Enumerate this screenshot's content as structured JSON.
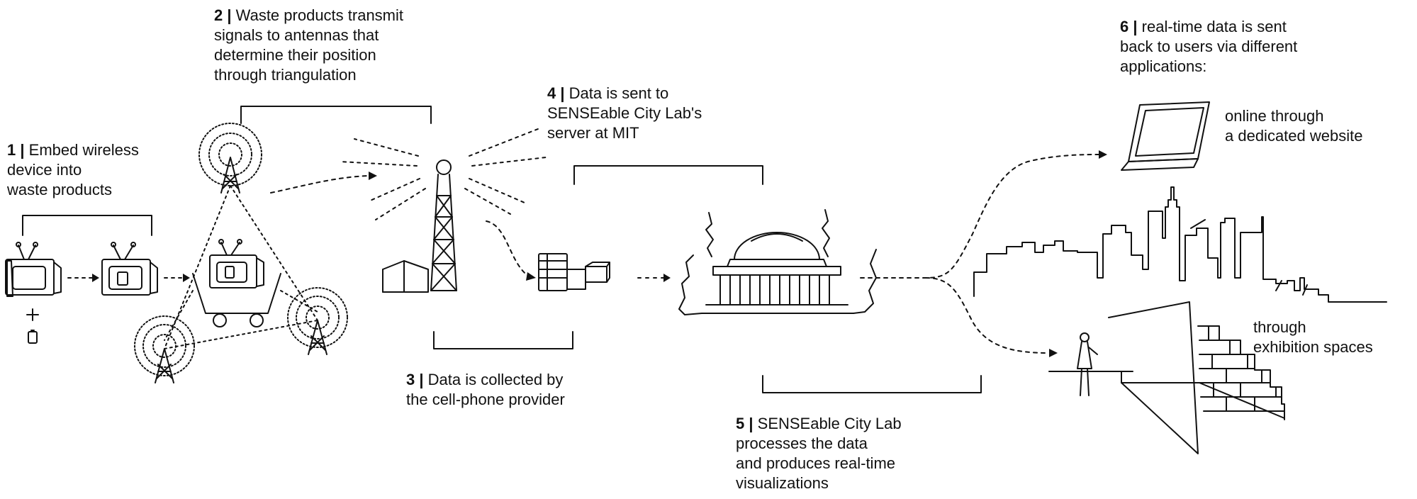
{
  "steps": [
    {
      "number": "1 |",
      "lines": [
        "Embed wireless",
        "device into",
        "waste products"
      ]
    },
    {
      "number": "2 |",
      "lines": [
        "Waste products transmit",
        "signals to antennas that",
        "determine their position",
        "through triangulation"
      ]
    },
    {
      "number": "3 |",
      "lines": [
        "Data is collected by",
        "the cell-phone provider"
      ]
    },
    {
      "number": "4 |",
      "lines": [
        "Data is sent to",
        "SENSEable City Lab's",
        "server at MIT"
      ]
    },
    {
      "number": "5 |",
      "lines": [
        "SENSEable City Lab",
        "processes the data",
        "and produces real-time",
        "visualizations"
      ]
    },
    {
      "number": "6 |",
      "lines": [
        "real-time data is sent",
        "back to users via different",
        "applications:"
      ]
    }
  ],
  "applications": [
    {
      "lines": [
        "online through",
        "a dedicated website"
      ],
      "icon": "laptop-icon"
    },
    {
      "lines": [
        "through",
        "exhibition spaces"
      ],
      "icon": "exhibition-wall-icon"
    }
  ],
  "colors": {
    "ink": "#111111",
    "background": "#ffffff"
  }
}
